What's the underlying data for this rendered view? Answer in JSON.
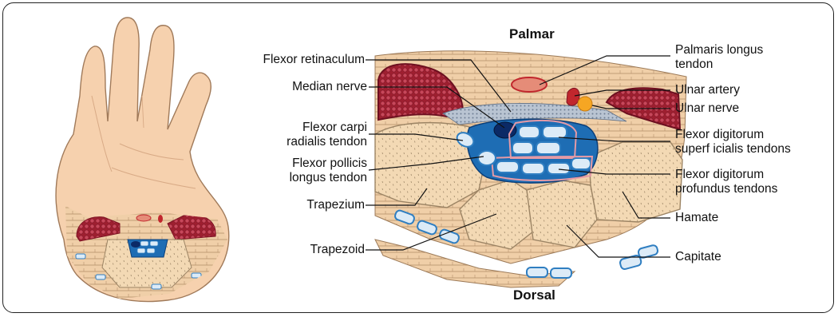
{
  "orientation": {
    "top": "Palmar",
    "bottom": "Dorsal"
  },
  "labels_left": [
    {
      "id": "flexor-retinaculum",
      "lines": [
        "Flexor retinaculum"
      ]
    },
    {
      "id": "median-nerve",
      "lines": [
        "Median nerve"
      ]
    },
    {
      "id": "flexor-carpi-radialis-tendon",
      "lines": [
        "Flexor carpi",
        "radialis tendon"
      ]
    },
    {
      "id": "flexor-pollicis-longus-tendon",
      "lines": [
        "Flexor pollicis",
        "longus tendon"
      ]
    },
    {
      "id": "trapezium",
      "lines": [
        "Trapezium"
      ]
    },
    {
      "id": "trapezoid",
      "lines": [
        "Trapezoid"
      ]
    }
  ],
  "labels_right": [
    {
      "id": "palmaris-longus-tendon",
      "lines": [
        "Palmaris longus",
        "tendon"
      ]
    },
    {
      "id": "ulnar-artery",
      "lines": [
        "Ulnar artery"
      ]
    },
    {
      "id": "ulnar-nerve",
      "lines": [
        "Ulnar nerve"
      ]
    },
    {
      "id": "flexor-digitorum-superficialis-tendons",
      "lines": [
        "Flexor digitorum",
        "superf icialis tendons"
      ]
    },
    {
      "id": "flexor-digitorum-profundus-tendons",
      "lines": [
        "Flexor digitorum",
        "profundus tendons"
      ]
    },
    {
      "id": "hamate",
      "lines": [
        "Hamate"
      ]
    },
    {
      "id": "capitate",
      "lines": [
        "Capitate"
      ]
    }
  ],
  "colors": {
    "skin": "#f6d1ae",
    "skin_outline": "#a07a5a",
    "muscle": "#b0283a",
    "bone": "#f3d9b4",
    "bone_outline": "#9c8464",
    "tendon": "#dcebf7",
    "tendon_outline": "#2f7ec1",
    "tunnel": "#1e6db4",
    "nerve_dark": "#0b2a66",
    "ulnar_nerve": "#f6a623",
    "artery": "#c1272d"
  }
}
